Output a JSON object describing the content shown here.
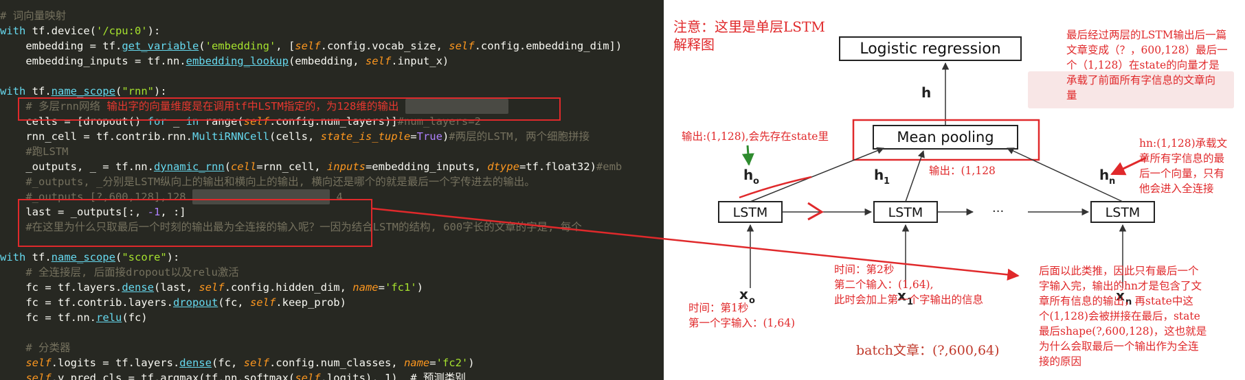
{
  "code": {
    "l1": "# 词向量映射",
    "l2_kw": "with",
    "l2_a": " tf.device(",
    "l2_str": "'/cpu:0'",
    "l2_b": "):",
    "l3_a": "    embedding = tf.",
    "l3_fn": "get_variable",
    "l3_b": "(",
    "l3_str": "'embedding'",
    "l3_c": ", [",
    "l3_self1": "self",
    "l3_d": ".config.vocab_size, ",
    "l3_self2": "self",
    "l3_e": ".config.embedding_dim])",
    "l4_a": "    embedding_inputs = tf.nn.",
    "l4_fn": "embedding_lookup",
    "l4_b": "(embedding, ",
    "l4_self": "self",
    "l4_c": ".input_x)",
    "l6_kw": "with",
    "l6_a": " tf.",
    "l6_fn": "name_scope",
    "l6_b": "(",
    "l6_str": "\"rnn\"",
    "l6_c": "):",
    "l7_cmt": "    # 多层rnn网络",
    "l7_note": " 输出字的向量维度是在调用tf中LSTM指定的，为128维的输出",
    "l8_a": "    cells = [dropout() ",
    "l8_kw": "for",
    "l8_b": " _ ",
    "l8_kw2": "in",
    "l8_c": " range(",
    "l8_self": "self",
    "l8_d": ".config.num_layers)]",
    "l8_cmt": "#num_layers=2",
    "l9_a": "    rnn_cell = tf.contrib.rnn.",
    "l9_fn": "MultiRNNCell",
    "l9_b": "(cells, ",
    "l9_p": "state_is_tuple",
    "l9_c": "=",
    "l9_v": "True",
    "l9_d": ")",
    "l9_cmt": "#两层的LSTM, 两个细胞拼接",
    "l10_cmt": "    #跑LSTM",
    "l11_a": "    _outputs, _ = tf.nn.",
    "l11_fn": "dynamic_rnn",
    "l11_b": "(",
    "l11_p1": "cell",
    "l11_c": "=rnn_cell, ",
    "l11_p2": "inputs",
    "l11_d": "=embedding_inputs, ",
    "l11_p3": "dtype",
    "l11_e": "=tf.float32)",
    "l11_cmt": "#emb",
    "l12_cmt": "    #_outputs, _分别是LSTM纵向上的输出和横向上的输出, 横向还是哪个的就是最后一个字传进去的输出。",
    "l13_cmt": "    #_outputs [?,600,128],128",
    "l13_tail": "4",
    "l14_a": "    last = _outputs[:, ",
    "l14_n1": "-1",
    "l14_b": ", :]",
    "l15_cmt": "    #在这里为什么只取最后一个时刻的输出最为全连接的输入呢？一因为结合LSTM的结构, 600字长的文章的字是, 每个",
    "l17_kw": "with",
    "l17_a": " tf.",
    "l17_fn": "name_scope",
    "l17_b": "(",
    "l17_str": "\"score\"",
    "l17_c": "):",
    "l18_cmt": "    # 全连接层, 后面接dropout以及relu激活",
    "l19_a": "    fc = tf.layers.",
    "l19_fn": "dense",
    "l19_b": "(last, ",
    "l19_self": "self",
    "l19_c": ".config.hidden_dim, ",
    "l19_p": "name",
    "l19_d": "=",
    "l19_str": "'fc1'",
    "l19_e": ")",
    "l20_a": "    fc = tf.contrib.layers.",
    "l20_fn": "dropout",
    "l20_b": "(fc, ",
    "l20_self": "self",
    "l20_c": ".keep_prob)",
    "l21_a": "    fc = tf.nn.",
    "l21_fn": "relu",
    "l21_b": "(fc)",
    "l23_cmt": "    # 分类器",
    "l24_self": "self",
    "l24_a": ".logits = tf.layers.",
    "l24_fn": "dense",
    "l24_b": "(fc, ",
    "l24_self2": "self",
    "l24_c": ".config.num_classes, ",
    "l24_p": "name",
    "l24_d": "=",
    "l24_str": "'fc2'",
    "l24_e": ")",
    "l25_self": "self",
    "l25_a": ".y_pred_cls = tf.argmax(tf.nn.softmax(",
    "l25_self2": "self",
    "l25_b": ".logits), 1)  # 预测类别"
  },
  "diagram": {
    "title_line1": "注意：这里是单层LSTM",
    "title_line2": "解释图",
    "logistic_label": "Logistic regression",
    "mean_pooling_label": "Mean pooling",
    "lstm_label": "LSTM",
    "dots": "···",
    "h_label": "h",
    "h0": "h",
    "h0_sub": "o",
    "h1": "h",
    "h1_sub": "1",
    "hn": "h",
    "hn_sub": "n",
    "x0": "x",
    "x0_sub": "o",
    "x1": "x",
    "x1_sub": "1",
    "xn": "x",
    "xn_sub": "n",
    "note_topright": "最后经过两层的LSTM输出后一篇\n文章变成（？，600,128）最后一\n个（1,128）在state的向量才是\n承载了前面所有字信息的文章向\n量",
    "note_output_left": "输出:(1,128),会先存在state里",
    "note_output_mid": "输出：(1,128",
    "note_hn": "hn:(1,128)承载文\n章所有字信息的最\n后一个向量，只有\n他会进入全连接",
    "note_time1": "时间：第1秒\n第一个字输入：(1,64)",
    "note_time2": "时间：第2秒\n第二个输入：(1,64),\n此时会加上第一个字输出的信息",
    "note_bottomright": "后面以此类推，因此只有最后一个\n字输入完，输出的hn才是包含了文\n章所有信息的输出，再state中这\n个(1,128)会被拼接在最后，state\n最后shape(?,600,128)，这也就是\n为什么会取最后一个输出作为全连\n接的原因",
    "note_batch": "batch文章：(?,600,64)"
  },
  "colors": {
    "editor_bg": "#272822",
    "annotation_red": "#e0292b",
    "arrow_green": "#2e8b2e"
  }
}
